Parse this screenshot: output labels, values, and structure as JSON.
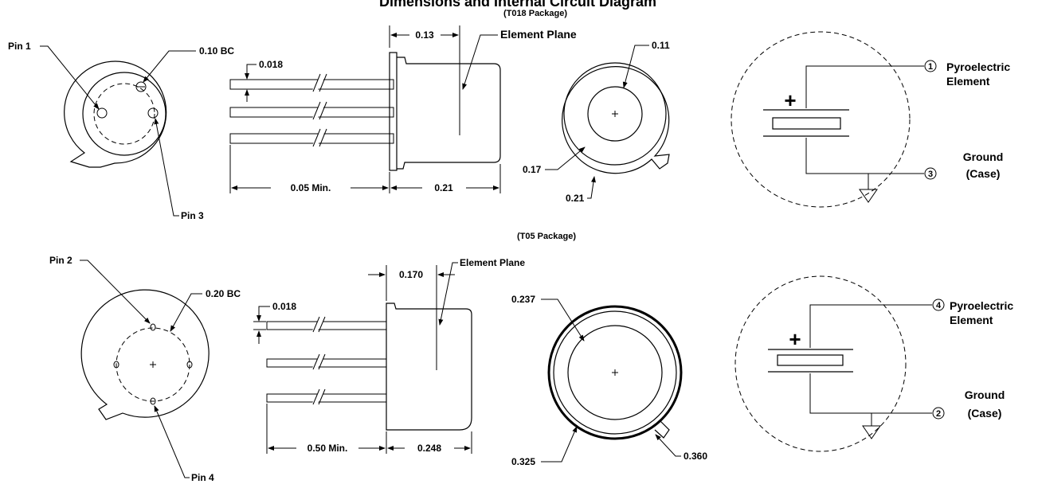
{
  "title": "Dimensions and Internal Circuit Diagram",
  "to18": {
    "package_label": "(T018 Package)",
    "pin1": "Pin 1",
    "bc": "0.10 BC",
    "pin3": "Pin 3",
    "lead_dia": "0.018",
    "offset": "0.13",
    "element_plane": "Element Plane",
    "lead_len": "0.05 Min.",
    "body_len": "0.21",
    "window": "0.11",
    "cap": "0.17",
    "flange": "0.21",
    "circuit": {
      "pin_a_num": "1",
      "element_label_1": "Pyroelectric",
      "element_label_2": "Element",
      "ground_label_1": "Ground",
      "ground_label_2": "(Case)",
      "pin_b_num": "3",
      "plus": "+"
    }
  },
  "to5": {
    "package_label": "(T05 Package)",
    "pin2": "Pin 2",
    "bc": "0.20 BC",
    "pin4": "Pin 4",
    "lead_dia": "0.018",
    "offset": "0.170",
    "element_plane": "Element Plane",
    "lead_len": "0.50 Min.",
    "body_len": "0.248",
    "window": "0.237",
    "cap": "0.325",
    "flange": "0.360",
    "circuit": {
      "pin_a_num": "4",
      "element_label_1": "Pyroelectric",
      "element_label_2": "Element",
      "ground_label_1": "Ground",
      "ground_label_2": "(Case)",
      "pin_b_num": "2",
      "plus": "+"
    }
  }
}
